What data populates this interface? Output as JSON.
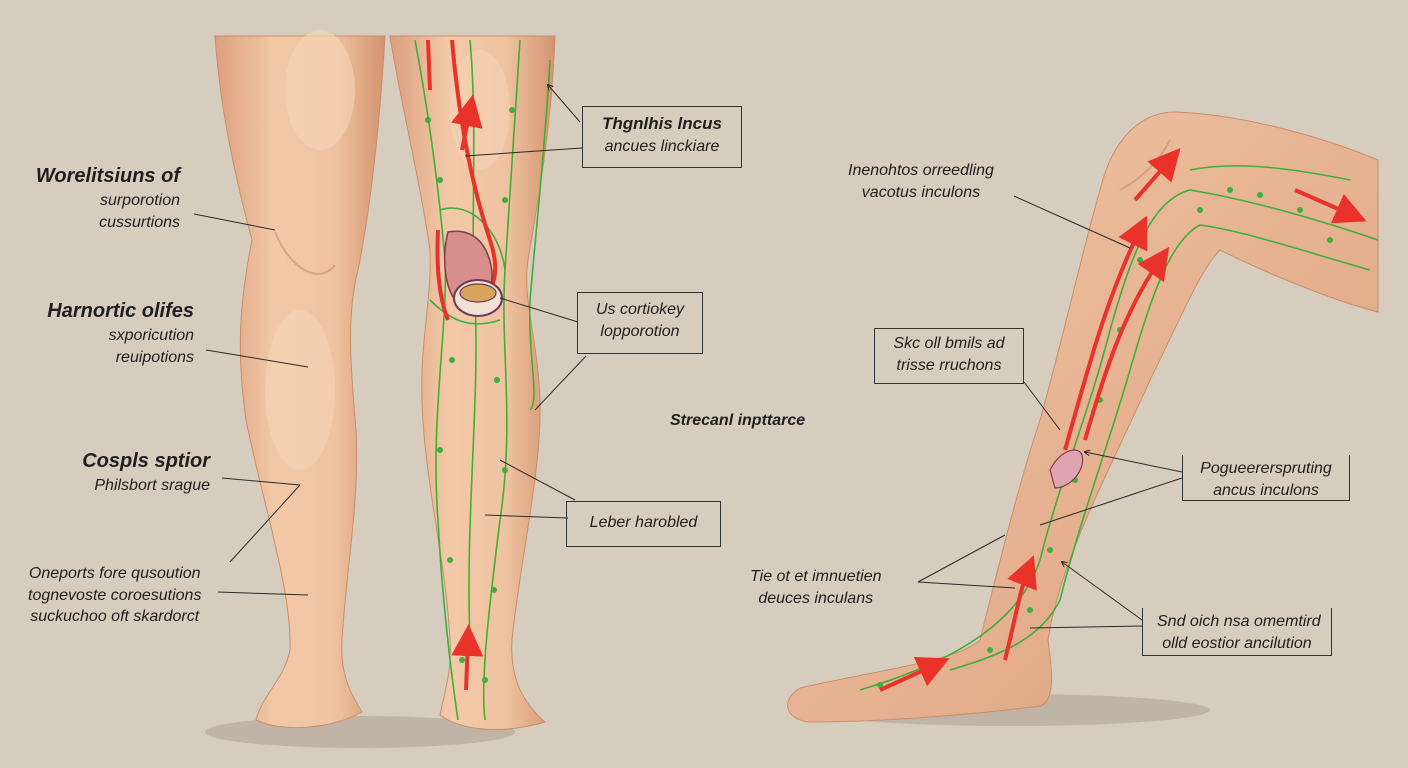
{
  "labels": {
    "left1": {
      "heading": "Worelitsiuns of",
      "lines": [
        "surporotion",
        "cussurtions"
      ]
    },
    "left2": {
      "heading": "Harnortic olifes",
      "lines": [
        "sxporicution",
        "reuipotions"
      ]
    },
    "left3": {
      "heading": "Cospls sptior",
      "lines": [
        "Philsbort srague"
      ]
    },
    "left4": {
      "lines": [
        "Oneports fore qusoution",
        "tognevoste coroesutions",
        "suckuchoo oft skardorct"
      ]
    },
    "box1": {
      "heading": "Thgnlhis lncus",
      "line": "ancues linckiare"
    },
    "box2": {
      "lines": [
        "Us cortiokey",
        "lopporotion"
      ]
    },
    "box3": {
      "line": "Leber harobled"
    },
    "center": "Strecanl inpttarce",
    "right_top": {
      "lines": [
        "Inenohtos orreedling",
        "vacotus inculons"
      ]
    },
    "box4": {
      "lines": [
        "Skc oll bmils ad",
        "trisse rruchons"
      ]
    },
    "box5": {
      "lines": [
        "Pogueererspruting",
        "ancus inculons"
      ]
    },
    "right_mid": {
      "lines": [
        "Tie ot et imnuetien",
        "deuces inculans"
      ]
    },
    "box6": {
      "lines": [
        "Snd oich nsa omemtird",
        "olld eostior ancilution"
      ]
    }
  },
  "colors": {
    "background": "#d6cdbf",
    "skin": "#efc4a2",
    "skin_shade": "#d99e7e",
    "vessel_green": "#3fae3a",
    "artery_red": "#e8322a"
  },
  "icons": [
    "leg-illustration",
    "knee-joint-icon",
    "lesion-icon",
    "red-arrow-icon"
  ]
}
